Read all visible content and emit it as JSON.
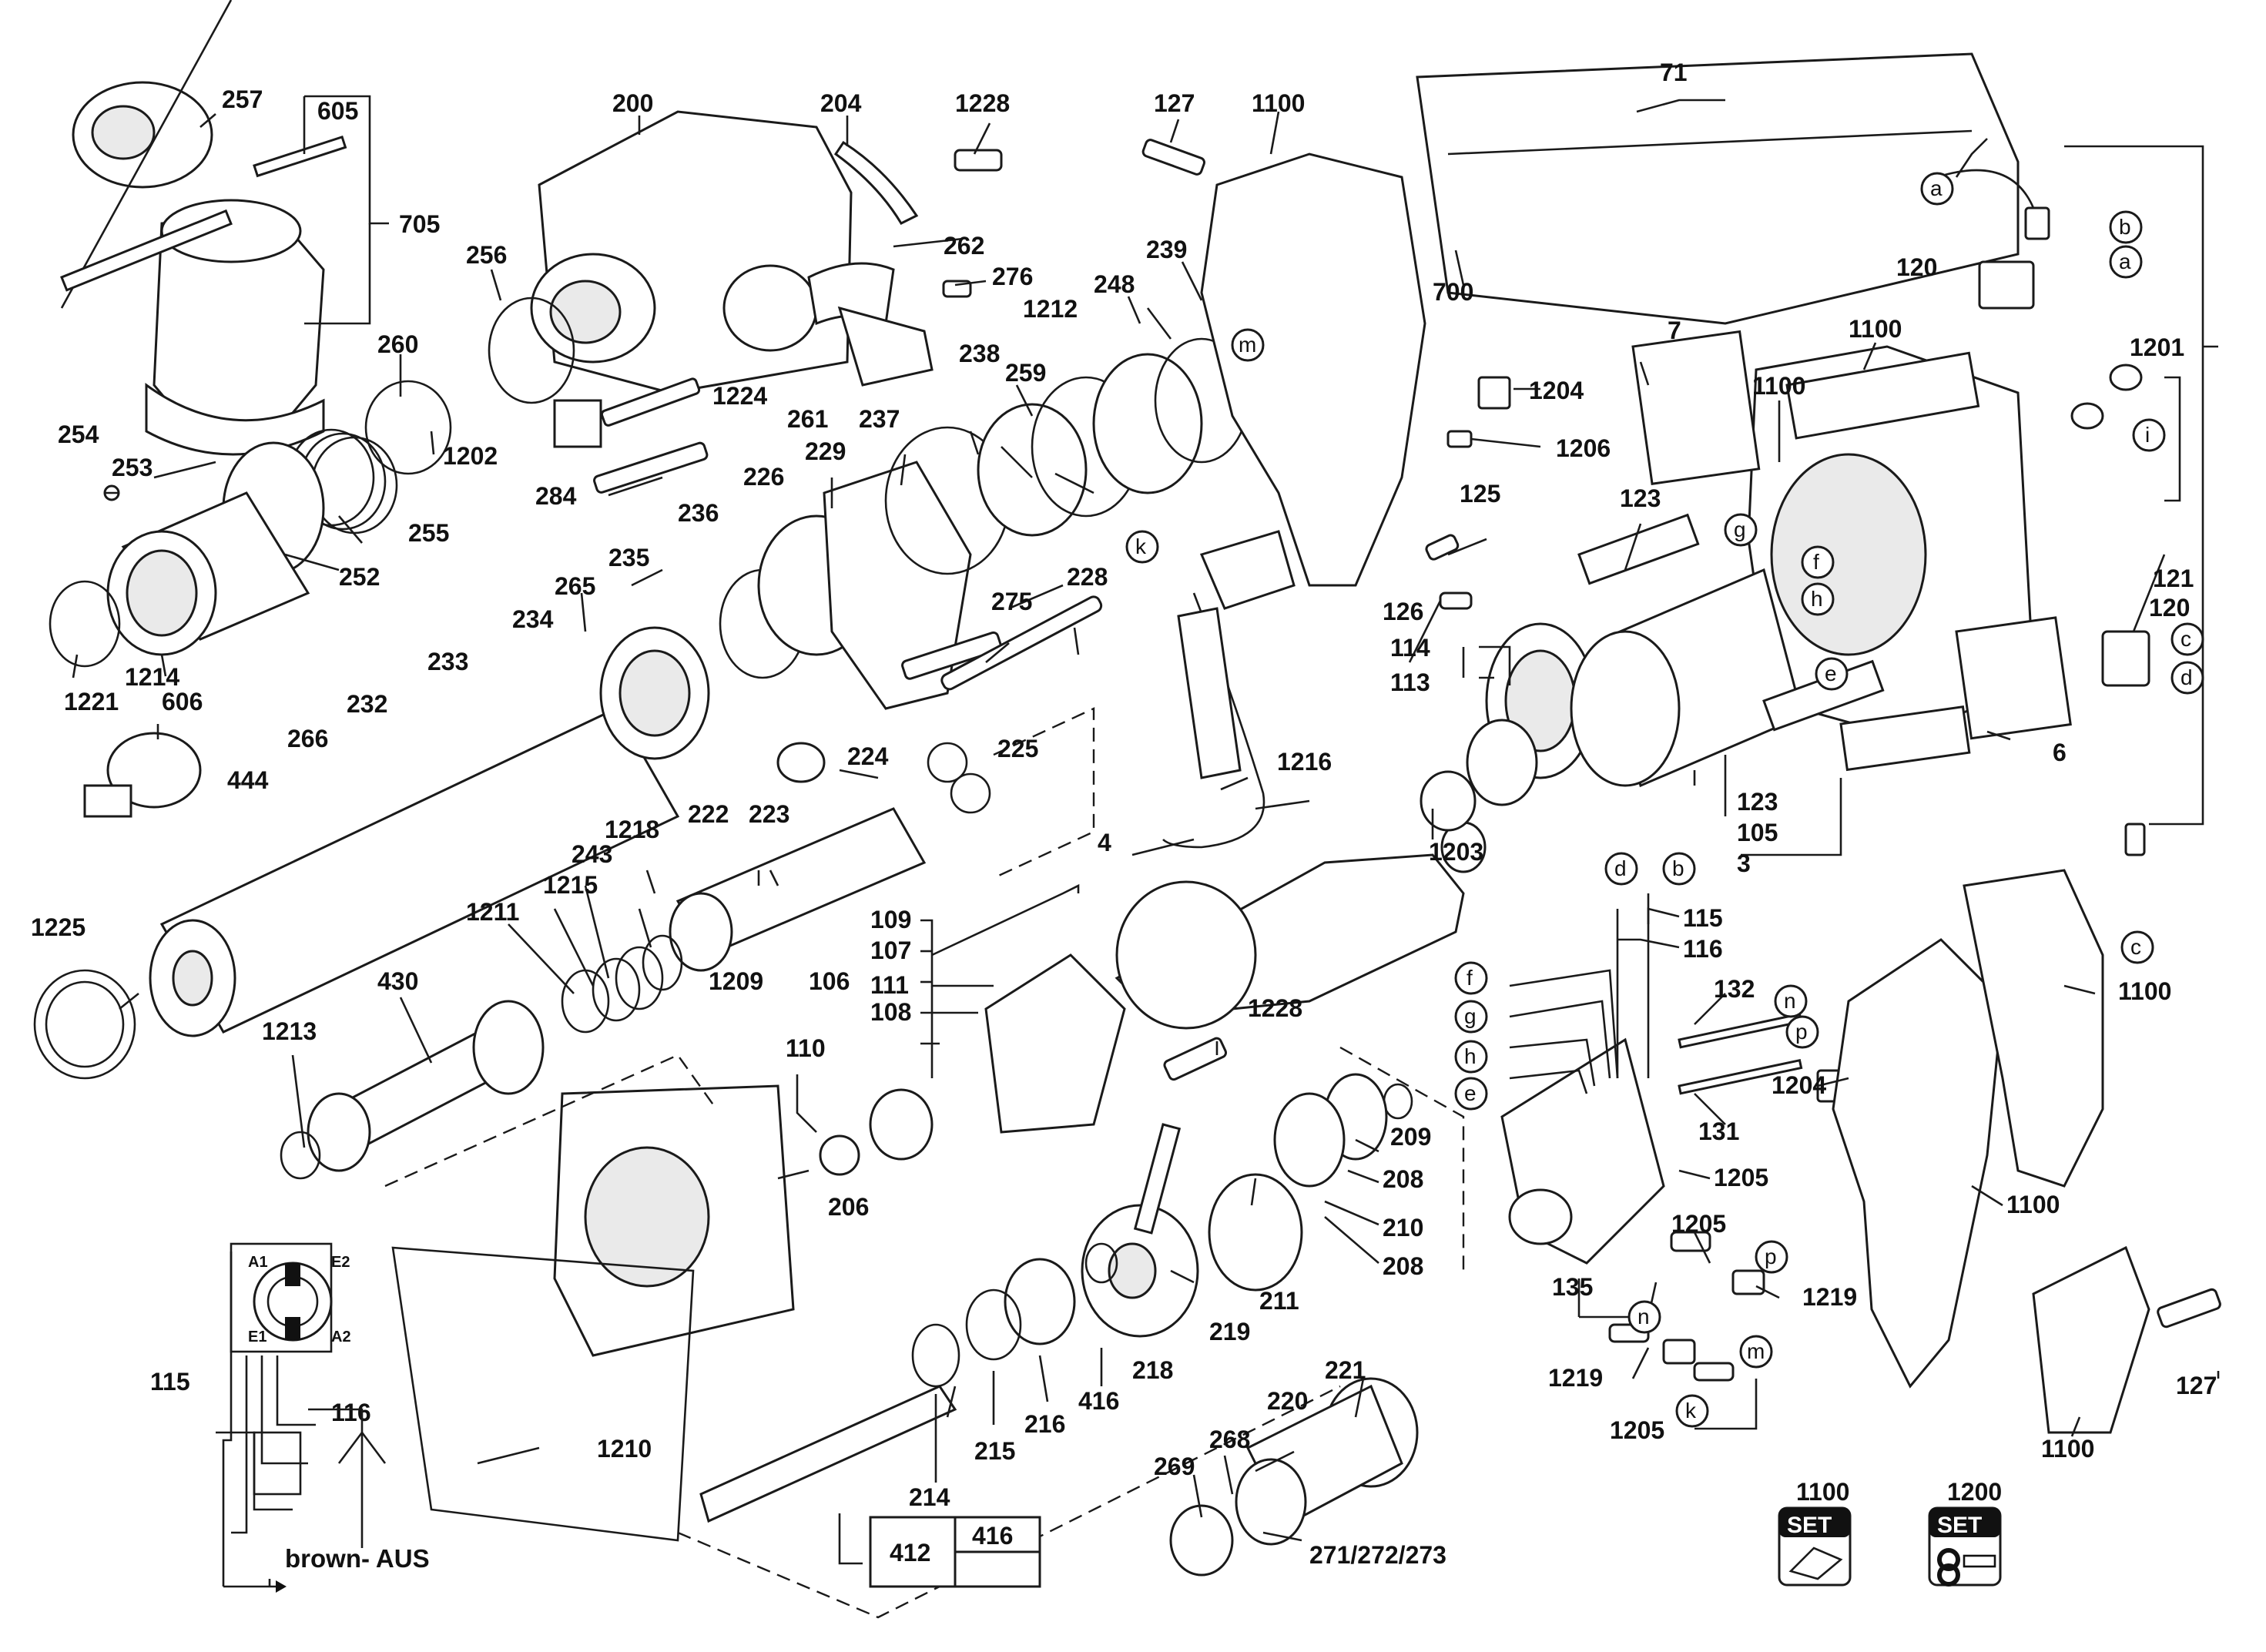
{
  "diagram": {
    "part_labels": {
      "p257": "257",
      "p605": "605",
      "p705": "705",
      "p200": "200",
      "p204": "204",
      "p1228a": "1228",
      "p127a": "127",
      "p1100a": "1100",
      "p71": "71",
      "p700": "700",
      "p256": "256",
      "p262": "262",
      "p276": "276",
      "p248": "248",
      "p239": "239",
      "p1212": "1212",
      "p238": "238",
      "p259": "259",
      "p1204a": "1204",
      "p260": "260",
      "p1202": "1202",
      "p1224": "1224",
      "p261": "261",
      "p237": "237",
      "p1206": "1206",
      "p254": "254",
      "p253": "253",
      "p255": "255",
      "p284": "284",
      "p226": "226",
      "p229": "229",
      "p125": "125",
      "p252": "252",
      "p236": "236",
      "p235": "235",
      "p265": "265",
      "p228": "228",
      "p275": "275",
      "p126": "126",
      "p1221": "1221",
      "p1214": "1214",
      "p606": "606",
      "p234": "234",
      "p233": "233",
      "p232": "232",
      "p266": "266",
      "p224": "224",
      "p225": "225",
      "p1216": "1216",
      "p444": "444",
      "p1218": "1218",
      "p222": "222",
      "p223": "223",
      "p4": "4",
      "p1225": "1225",
      "p1215": "1215",
      "p243": "243",
      "p1211": "1211",
      "p1209": "1209",
      "p106": "106",
      "p109": "109",
      "p107": "107",
      "p430": "430",
      "p111": "111",
      "p108": "108",
      "p1228b": "1228",
      "p1213": "1213",
      "p110": "110",
      "p206": "206",
      "p209": "209",
      "p208a": "208",
      "p210": "210",
      "p208b": "208",
      "p211": "211",
      "p219": "219",
      "p218": "218",
      "p416a": "416",
      "p216": "216",
      "p215": "215",
      "p214": "214",
      "p221": "221",
      "p220": "220",
      "p268": "268",
      "p269": "269",
      "p271": "271/272/273",
      "p1210": "1210",
      "p115a": "115",
      "p116a": "116",
      "p412": "412",
      "p416b": "416",
      "p120a": "120",
      "p1201": "1201",
      "p7": "7",
      "p1100b": "1100",
      "p1100c": "1100",
      "p123a": "123",
      "p121": "121",
      "p120b": "120",
      "p114": "114",
      "p113": "113",
      "p6": "6",
      "p123b": "123",
      "p105": "105",
      "p3": "3",
      "p1203": "1203",
      "p115b": "115",
      "p116b": "116",
      "p132": "132",
      "p1100d": "1100",
      "p1204b": "1204",
      "p131": "131",
      "p1205a": "1205",
      "p1100e": "1100",
      "p135": "135",
      "p1205b": "1205",
      "p1219a": "1219",
      "p1219b": "1219",
      "p1205c": "1205",
      "p1100f": "1100",
      "p127b": "127",
      "p1100g": "1100",
      "p1200": "1200"
    },
    "callouts": {
      "a": "a",
      "b": "b",
      "c": "c",
      "d": "d",
      "e": "e",
      "f": "f",
      "g": "g",
      "h": "h",
      "i": "i",
      "k": "k",
      "m": "m",
      "n": "n",
      "p": "p"
    },
    "wiring": {
      "a1": "A1",
      "e2": "E2",
      "e1": "E1",
      "a2": "A2",
      "note": "brown- AUS"
    },
    "set_badge": "SET"
  }
}
